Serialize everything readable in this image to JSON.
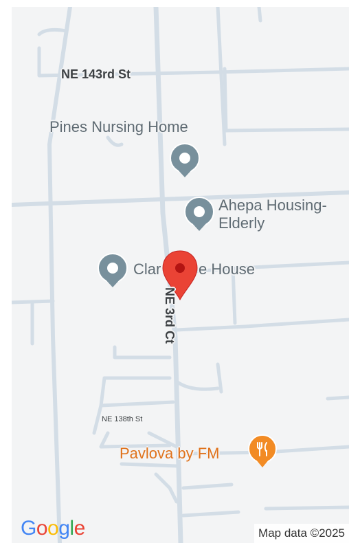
{
  "streets": {
    "ne_143rd": "NE 143rd St",
    "ne_3rd_ct": "NE 3rd Ct",
    "ne_138th": "NE 138th St"
  },
  "pois": {
    "pines": "Pines Nursing Home",
    "ahepa_line1": "Ahepa Housing-",
    "ahepa_line2": "Elderly",
    "clar_left": "Clar",
    "clar_right": "e House",
    "pavlova": "Pavlova by FM"
  },
  "branding": {
    "logo": {
      "g1": "G",
      "o1": "o",
      "o2": "o",
      "g2": "g",
      "l": "l",
      "e": "e"
    },
    "attribution": "Map data ©2025"
  },
  "colors": {
    "map_bg": "#f3f4f5",
    "road": "#d3dde6",
    "poi_icon": "#78909c",
    "food": "#f28b24",
    "pin": "#ea4335",
    "pin_dark": "#b31412"
  },
  "icons": {
    "poi": "generic-poi-icon",
    "food": "fork-knife-icon",
    "pin": "location-pin-icon"
  }
}
